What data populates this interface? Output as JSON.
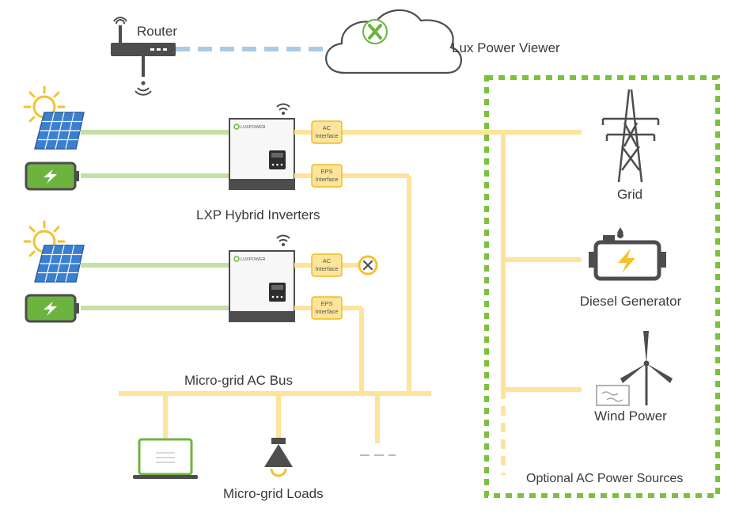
{
  "network": {
    "router_label": "Router",
    "cloud_label": "Lux Power Viewer"
  },
  "inverters": {
    "group_label": "LXP Hybrid Inverters",
    "brand": "LUXPOWER",
    "ac_interface_line1": "AC",
    "ac_interface_line2": "Interface",
    "eps_interface_line1": "EPS",
    "eps_interface_line2": "Interface"
  },
  "bus": {
    "label": "Micro-grid AC Bus",
    "loads_label": "Micro-grid Loads"
  },
  "sources": {
    "box_label": "Optional AC Power Sources",
    "grid_label": "Grid",
    "generator_label": "Diesel Generator",
    "wind_label": "Wind Power"
  },
  "colors": {
    "ac_line": "#fde49a",
    "dc_line": "#c5e0a5",
    "green_accent": "#6db33f",
    "cloud_line": "#a9cbe6",
    "optional_border": "#7bc13b",
    "gray": "#4d4d4d",
    "sun": "#f3c230",
    "panel": "#3a7fd0"
  }
}
